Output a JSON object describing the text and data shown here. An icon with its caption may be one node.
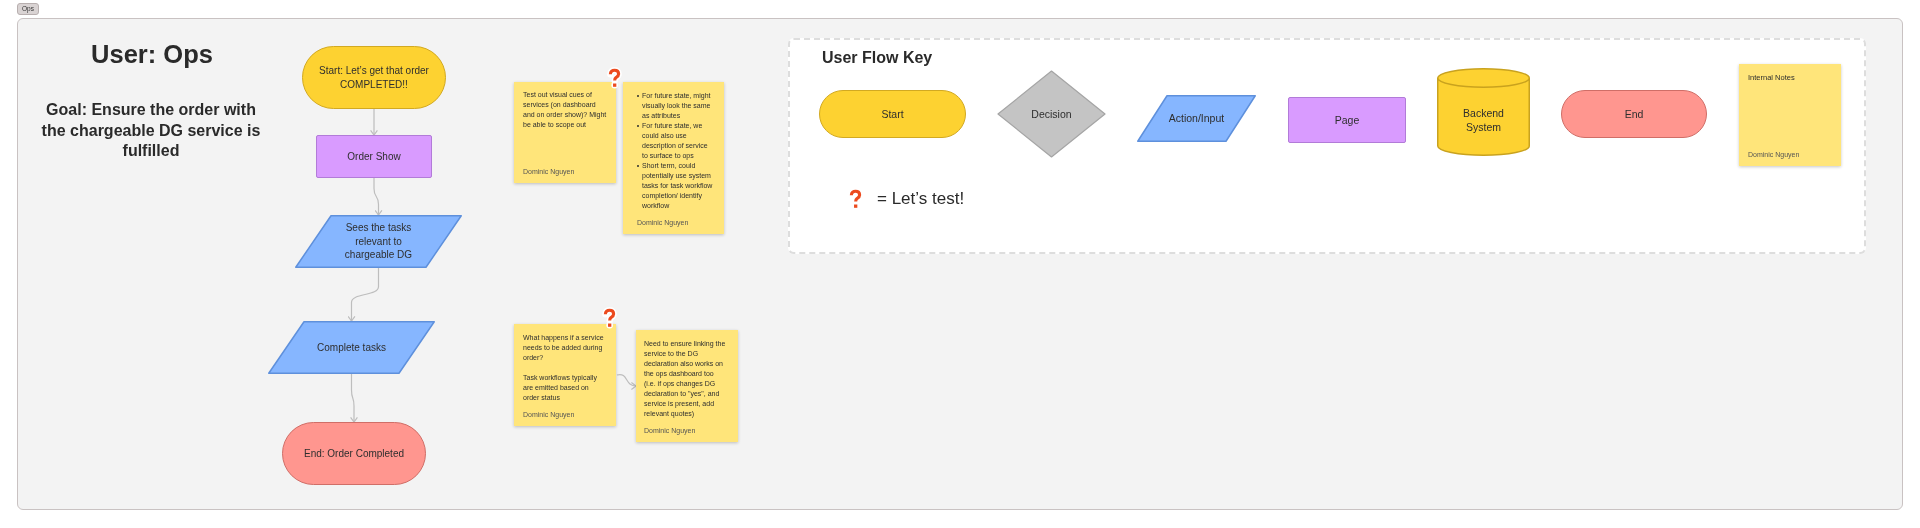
{
  "diagram": {
    "title": "User: Ops",
    "nodes": [
      {
        "text": [
          "Ops"
        ]
      },
      {
        "text": [
          "Start: Let’s get that order COMPLETED!!"
        ],
        "in": 0
      },
      {
        "text": [
          "Order Show"
        ],
        "in": 0
      },
      {
        "text": [
          "Sees the tasks relevant to chargeable DG"
        ],
        "in": 0
      },
      {
        "text": [
          "Complete tasks"
        ],
        "in": 0
      },
      {
        "text": [
          "End: Order Completed"
        ],
        "in": 0
      },
      {
        "text": [
          "Test out visual cues of services (on dashboard and on order show)? Might be able to scope out",
          "Dominic Nguyen"
        ],
        "in": 0
      },
      {
        "text": [
          "For future state, might visually look the same as attributes",
          "For future state, we could also use description of service to surface to ops",
          "Short term, could potentially use system tasks for task workflow completion/ identify workflow",
          "Dominic Nguyen"
        ],
        "in": 0
      },
      {
        "text": [
          "What happens if a service needs to be added during order?",
          "Task workflows typically are emitted based on order status",
          "Dominic Nguyen"
        ],
        "in": 0
      },
      {
        "text": [
          "Need to ensure linking the service to the DG declaration also works on the ops dashboard too (i.e. if ops changes DG declaration to \"yes\", and service is present, add relevant quotes)",
          "Dominic Nguyen"
        ],
        "in": 0
      },
      {
        "text": [
          "User Flow Key"
        ],
        "in": 0
      },
      {
        "text": [
          "Start"
        ],
        "in": 10
      },
      {
        "text": [
          "Decision"
        ],
        "in": 10
      },
      {
        "text": [
          "Action/Input"
        ],
        "in": 10
      },
      {
        "text": [
          "Page"
        ],
        "in": 10
      },
      {
        "text": [
          "Backend System"
        ],
        "in": 10
      },
      {
        "text": [
          "End"
        ],
        "in": 10
      },
      {
        "text": [
          "Internal Notes",
          "Dominic Nguyen"
        ],
        "in": 10
      }
    ],
    "edges": [
      {
        "from": 1,
        "to": 2,
        "arrow": "to"
      },
      {
        "from": 2,
        "to": 3,
        "arrow": "to"
      },
      {
        "from": 3,
        "to": 4,
        "arrow": "to"
      },
      {
        "from": 4,
        "to": 5,
        "arrow": "to"
      },
      {
        "from": 8,
        "to": 9,
        "arrow": "to"
      }
    ],
    "labels": [
      "Goal: Ensure the order with the chargeable DG service is fulfilled"
    ],
    "legend": [
      {
        "text": "= Let’s test!"
      }
    ]
  }
}
